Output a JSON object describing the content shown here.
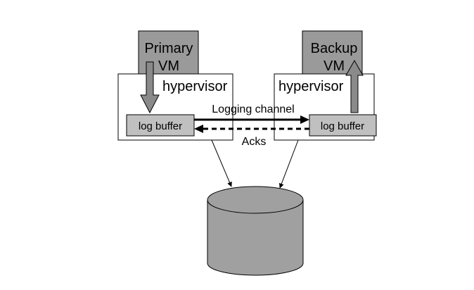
{
  "diagram": {
    "primary_vm": {
      "line1": "Primary",
      "line2": "VM"
    },
    "backup_vm": {
      "line1": "Backup",
      "line2": "VM"
    },
    "primary_hypervisor": {
      "label": "hypervisor"
    },
    "backup_hypervisor": {
      "label": "hypervisor"
    },
    "primary_log_buffer": {
      "label": "log buffer"
    },
    "backup_log_buffer": {
      "label": "log buffer"
    },
    "logging_channel": {
      "label": "Logging channel"
    },
    "acks": {
      "label": "Acks"
    }
  },
  "colors": {
    "vm_fill": "#9a9a9a",
    "log_buffer_fill": "#c0c0c0",
    "disk_fill": "#a0a0a0",
    "vm_arrow_fill": "#8a8a8a",
    "stroke": "#000000"
  }
}
